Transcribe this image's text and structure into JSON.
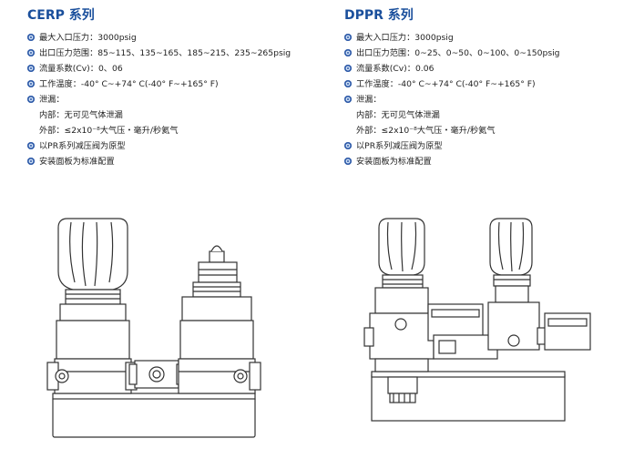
{
  "left": {
    "title": "CERP 系列",
    "specs": [
      "最大入口压力：3000psig",
      "出口压力范围：85~115、135~165、185~215、235~265psig",
      "流量系数(Cv)：0、06",
      "工作温度：-40° C~+74° C(-40° F~+165° F)",
      "泄漏："
    ],
    "leak_internal": "内部：无可见气体泄漏",
    "leak_external": "外部：≤2x10⁻⁸大气压・毫升/秒氦气",
    "extra": [
      "以PR系列减压阀为原型",
      "安装面板为标准配置"
    ]
  },
  "right": {
    "title": "DPPR 系列",
    "specs": [
      "最大入口压力：3000psig",
      "出口压力范围：0~25、0~50、0~100、0~150psig",
      "流量系数(Cv)：0.06",
      "工作温度：-40° C~+74° C(-40° F~+165° F)",
      "泄漏："
    ],
    "leak_internal": "内部：无可见气体泄漏",
    "leak_external": "外部：≤2x10⁻⁸大气压・毫升/秒氦气",
    "extra": [
      "以PR系列减压阀为原型",
      "安装面板为标准配置"
    ]
  },
  "colors": {
    "title": "#1a4f9c",
    "bullet": "#2e5aa8",
    "line": "#333333"
  }
}
